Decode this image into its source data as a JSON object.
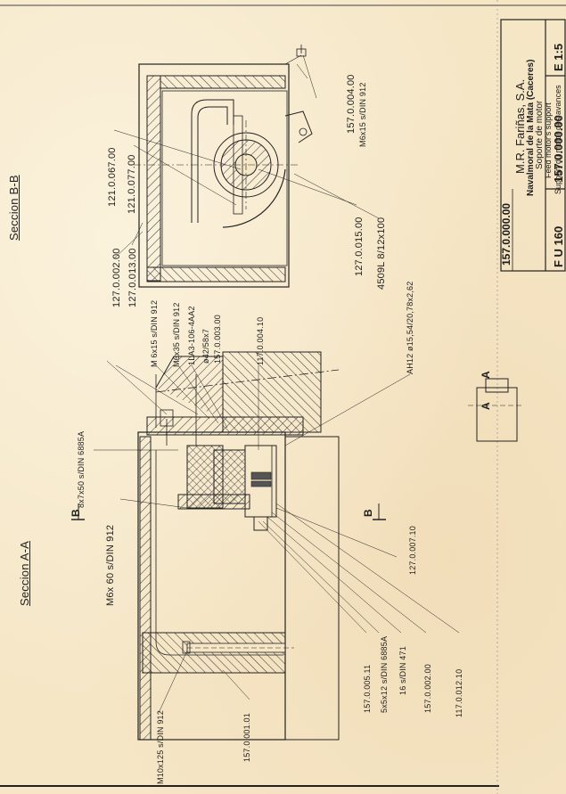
{
  "drawing": {
    "sections": {
      "a_a_title": "Seccion A-A",
      "b_b_title": "Seccion B-B",
      "section_marker_b": "B",
      "section_marker_a": "A"
    },
    "labels_section_a": [
      "8x7x50 s/DIN 6885A",
      "127.0.002.00",
      "127.0.013.00",
      "M 6x15 s/DIN 912",
      "M6x35 s/DIN 912",
      "1LA3-106-4AA2",
      "ø42/58x7",
      "157.0.003.00",
      "117.0.004.10",
      "AH12 ø15,54/20,78x2,62",
      "M6x 60 s/DIN 912",
      "127.0.007.10",
      "157.0.005.11",
      "5x5x12 s/DIN 6885A",
      "16 s/DIN 471",
      "157.0.002.00",
      "117.0.012.10",
      "157.0.001.01",
      "M10x125 s/DIN 912"
    ],
    "labels_section_b": [
      "121.0.067.00",
      "121.0.077.00",
      "127.0.015.00",
      "4509L 8/12x100",
      "157.0.004.00",
      "M6x15 s/DIN 912"
    ],
    "title_block": {
      "company": "M.R. Fariñas, S.A.",
      "location": "Navalmoral de la Mata (Caceres)",
      "title_es": "Soporte de motor",
      "title_en": "Feed motor's support",
      "title_fr": "Support du motor des avances",
      "machine": "F U 160",
      "drawing_number": "157.0.000.00",
      "scale": "E 1:5",
      "side_code": "157.0.000.00"
    }
  }
}
